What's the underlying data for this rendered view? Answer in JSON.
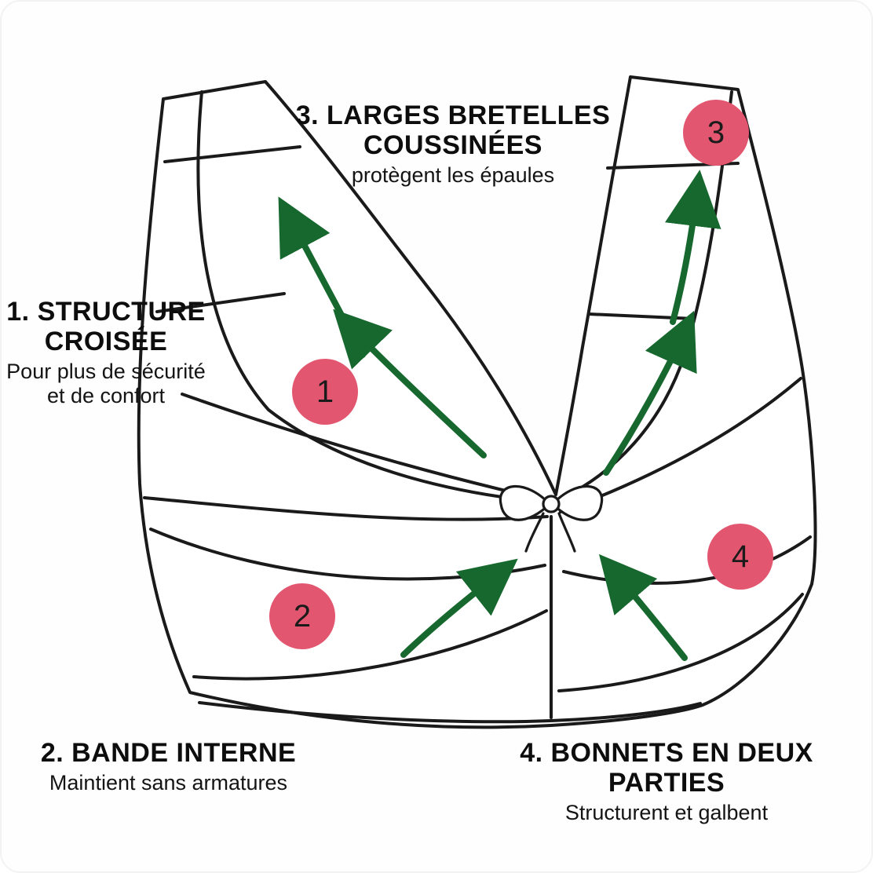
{
  "diagram_title": "Bra feature diagram",
  "colors": {
    "badge_pink": "#e2566f",
    "arrow_green": "#17682e",
    "line_black": "#1a1a1a",
    "background": "#fefefe"
  },
  "callouts": {
    "c1": {
      "number": "1",
      "title1": "1. STRUCTURE",
      "title2": "CROISÉE",
      "sub1": "Pour plus de sécurité",
      "sub2": "et de confort"
    },
    "c2": {
      "number": "2",
      "title1": "2. BANDE INTERNE",
      "sub1": "Maintient sans armatures"
    },
    "c3": {
      "number": "3",
      "title1": "3. LARGES BRETELLES",
      "title2": "COUSSINÉES",
      "sub1": "protègent les épaules"
    },
    "c4": {
      "number": "4",
      "title1": "4. BONNETS EN DEUX PARTIES",
      "sub1": "Structurent et galbent"
    }
  }
}
